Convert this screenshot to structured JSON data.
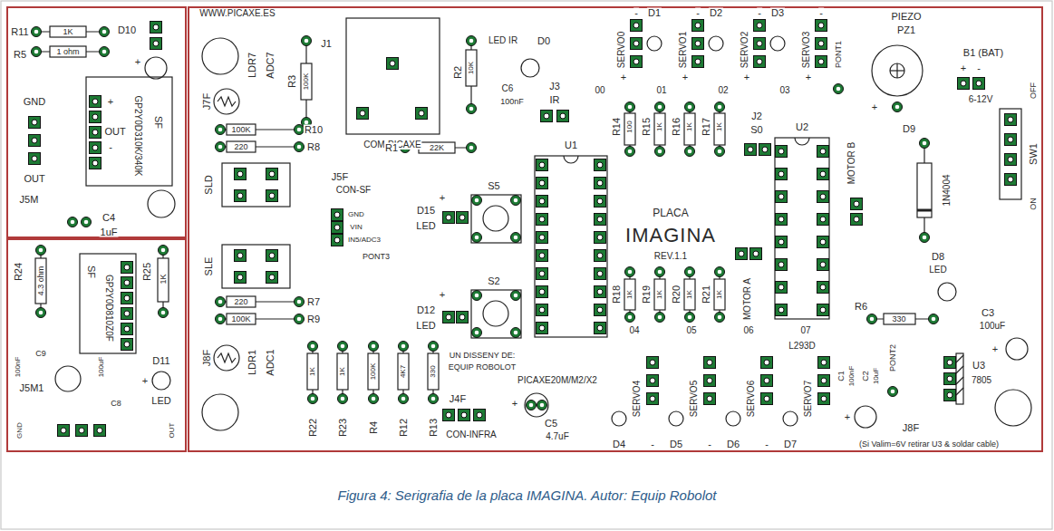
{
  "diagram": {
    "caption": "Figura 4: Serigrafia de la placa IMAGINA. Autor: Equip Robolot",
    "labels": [
      "R11",
      "1K",
      "D10",
      "1 ohm",
      "R5",
      "+",
      "GND",
      "+",
      "OUT",
      "-",
      "GP2Y0D310K/340K",
      "SF",
      "OUT",
      "J5M",
      "C4",
      "1uF",
      "R24",
      "4.3 ohm",
      "SF",
      "GP2Y0D810Z0F",
      "R25",
      "1K",
      "C9",
      "100nF",
      "100uF",
      "C8",
      "J5M1",
      "D11",
      "+",
      "LED",
      "GND",
      "OUT",
      "WWW.PICAXE.ES",
      "J1",
      "R3",
      "100K",
      "J7F",
      "LDR7",
      "ADC7",
      "COM-PICAXE",
      "R2",
      "10K",
      "LED IR",
      "D0",
      "C6",
      "100nF",
      "J3",
      "IR",
      "100K",
      "R10",
      "220",
      "R8",
      "R1",
      "22K",
      "U1",
      "SLD",
      "J5F",
      "CON-SF",
      "GND",
      "VIN",
      "IN5/ADC3",
      "PONT3",
      "S5",
      "+",
      "D15",
      "LED",
      "S2",
      "+",
      "D12",
      "LED",
      "SLE",
      "220",
      "R7",
      "100K",
      "R9",
      "J8F",
      "LDR1",
      "ADC1",
      "UN DISSENY DE:",
      "EQUIP ROBOLOT",
      "1K",
      "1K",
      "100K",
      "4K7",
      "330",
      "R22",
      "R23",
      "R4",
      "R12",
      "R13",
      "PICAXE20M/M2/X2",
      "J4F",
      "CON-INFRA",
      "+",
      "C5",
      "4.7uF",
      "D1",
      "D2",
      "D3",
      "-",
      "-",
      "-",
      "-",
      "SERVO0",
      "SERVO1",
      "SERVO2",
      "SERVO3",
      "+",
      "+",
      "+",
      "+",
      "00",
      "01",
      "02",
      "03",
      "PONT1",
      "PIEZO",
      "PZ1",
      "+",
      "B1 (BAT)",
      "+",
      "-",
      "6-12V",
      "OFF",
      "SW1",
      "ON",
      "D9",
      "1N4004",
      "R14",
      "100",
      "R15",
      "1K",
      "R16",
      "1K",
      "R17",
      "1K",
      "J2",
      "S0",
      "U2",
      "MOTOR B",
      "PLACA",
      "IMAGINA",
      "REV.1.1",
      "MOTOR A",
      "L293D",
      "R18",
      "1K",
      "R19",
      "1K",
      "R20",
      "1K",
      "R21",
      "1K",
      "D8",
      "LED",
      "R6",
      "330",
      "C3",
      "100uF",
      "+",
      "PONT2",
      "U3",
      "7805",
      "J8F",
      "04",
      "05",
      "06",
      "07",
      "SERVO4",
      "SERVO5",
      "SERVO6",
      "SERVO7",
      "D4",
      "D5",
      "D6",
      "D7",
      "-",
      "-",
      "-",
      "C1",
      "100nF",
      "C2",
      "10uF",
      "+",
      "(Si Valim=6V retirar U3 & soldar cable)"
    ]
  }
}
